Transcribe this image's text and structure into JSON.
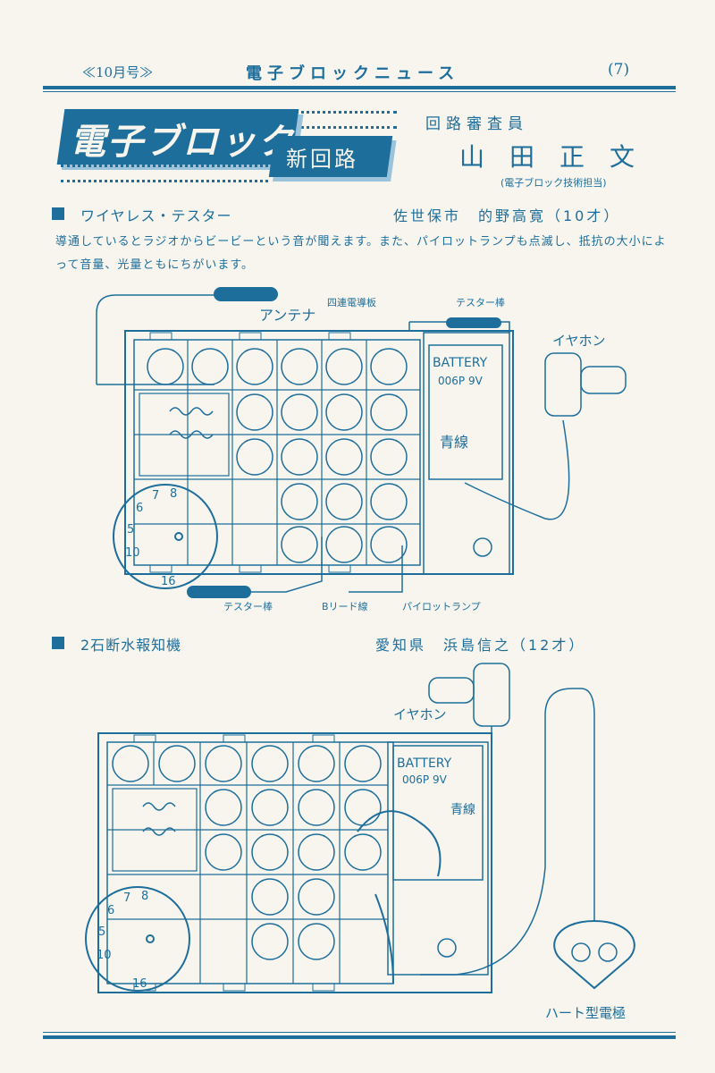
{
  "header": {
    "issue": "≪10月号≫",
    "title": "電子ブロックニュース",
    "page": "(7)"
  },
  "banner": {
    "logo": "電子ブロック",
    "badge": "新回路",
    "reviewer_role": "回路審査員",
    "reviewer_name": "山田正文",
    "reviewer_affiliation": "(電子ブロック技術担当)"
  },
  "section1": {
    "title": "ワイヤレス・テスター",
    "author": "佐世保市　的野高寛（10才）",
    "description": "導通しているとラジオからビービーという音が聞えます。また、パイロットランプも点滅し、抵抗の大小によって音量、光量ともにちがいます。",
    "labels": {
      "antenna": "アンテナ",
      "plate": "四連電導板",
      "tester_rod_top": "テスター棒",
      "earphone": "イヤホン",
      "battery": "BATTERY",
      "battery_model": "006P 9V",
      "blue_wire": "青線",
      "tester_rod_bottom": "テスター棒",
      "b_lead": "Bリード線",
      "pilot_lamp": "パイロットランプ"
    }
  },
  "section2": {
    "title": "2石断水報知機",
    "author": "愛知県　浜島信之（12才）",
    "labels": {
      "earphone": "イヤホン",
      "battery": "BATTERY",
      "battery_model": "006P 9V",
      "blue_wire": "青線",
      "heart_electrode": "ハート型電極"
    }
  },
  "dial_labels": [
    "5",
    "6",
    "7",
    "8",
    "10",
    "16"
  ]
}
